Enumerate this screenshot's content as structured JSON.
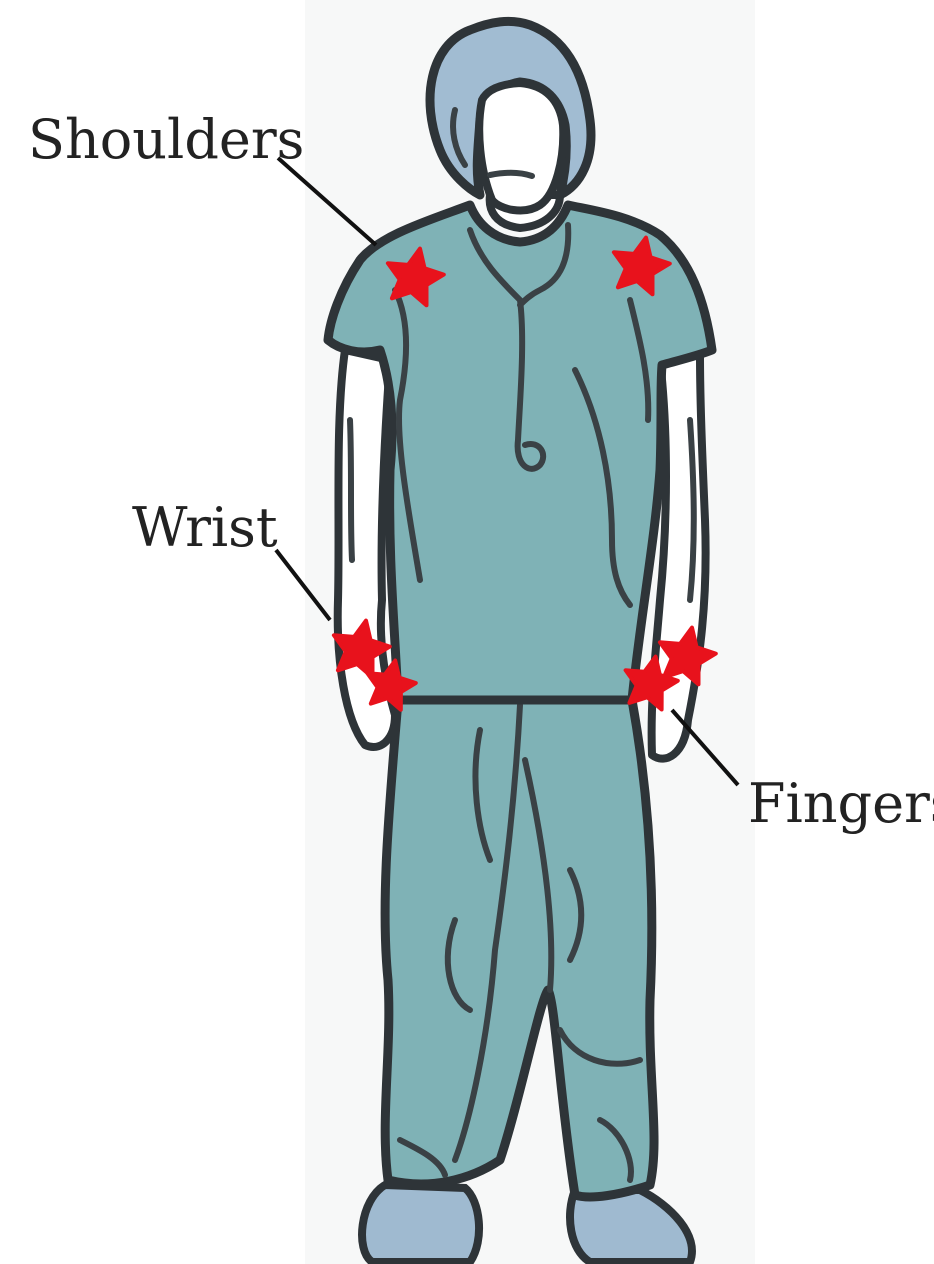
{
  "labels": {
    "shoulders": "Shoulders",
    "wrist": "Wrist",
    "fingers": "Fingers"
  },
  "colors": {
    "scrubs": "#7fb2b6",
    "cap": "#a1bcd2",
    "shoe_covers": "#9fbad0",
    "outline": "#2e3438",
    "marker": "#e8121c"
  },
  "markers": [
    {
      "name": "shoulder-left-marker",
      "part": "shoulders"
    },
    {
      "name": "shoulder-right-marker",
      "part": "shoulders"
    },
    {
      "name": "wrist-upper-marker",
      "part": "wrist"
    },
    {
      "name": "wrist-lower-marker",
      "part": "wrist"
    },
    {
      "name": "fingers-upper-marker",
      "part": "fingers"
    },
    {
      "name": "fingers-lower-marker",
      "part": "fingers"
    }
  ]
}
